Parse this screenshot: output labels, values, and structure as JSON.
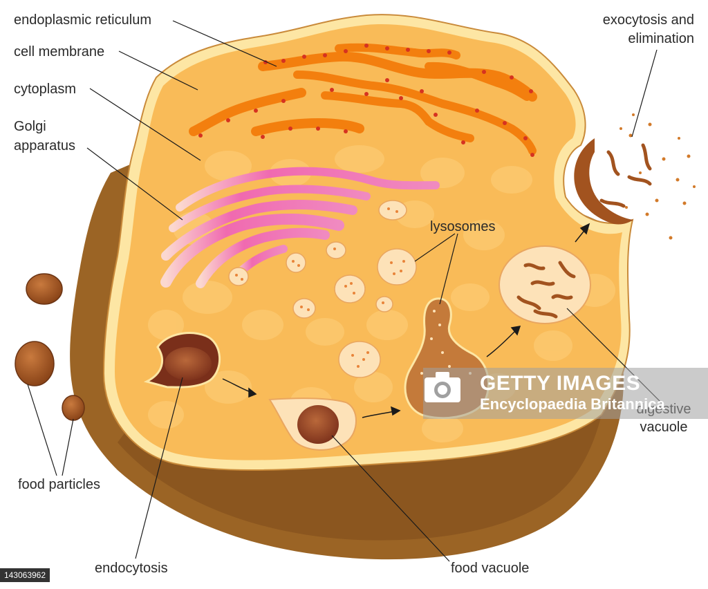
{
  "labels": {
    "endoplasmic_reticulum": "endoplasmic reticulum",
    "cell_membrane": "cell membrane",
    "cytoplasm": "cytoplasm",
    "golgi_line1": "Golgi",
    "golgi_line2": "apparatus",
    "lysosomes": "lysosomes",
    "exocytosis_line1": "exocytosis and",
    "exocytosis_line2": "elimination",
    "digestive_line1": "digestive",
    "digestive_line2": "vacuole",
    "food_particles": "food particles",
    "endocytosis": "endocytosis",
    "food_vacuole": "food vacuole"
  },
  "watermark": {
    "line1": "GETTY IMAGES",
    "line2": "Encyclopaedia Britannica"
  },
  "image_id": "143063962",
  "colors": {
    "cytoplasm": "#f9bb58",
    "membrane": "#fde6a4",
    "outer_body": "#9b6425",
    "er": "#f37f0e",
    "golgi": "#ef4fa0",
    "vacuole": "#a2531f"
  }
}
